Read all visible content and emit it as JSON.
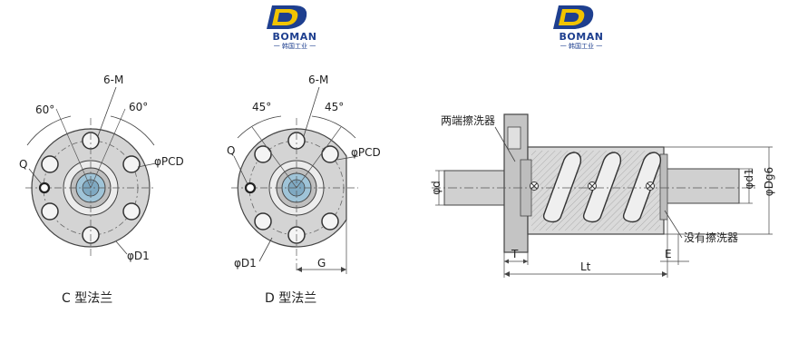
{
  "logo": {
    "name": "BOMAN",
    "subtitle": "一 韩国工业 一"
  },
  "c_flange": {
    "caption": "C 型法兰",
    "angle_left": "60°",
    "angle_right": "60°",
    "holes_label": "6-M",
    "q_label": "Q",
    "pcd_label": "φPCD",
    "d1_label": "φD1"
  },
  "d_flange": {
    "caption": "D 型法兰",
    "angle_left": "45°",
    "angle_right": "45°",
    "holes_label": "6-M",
    "q_label": "Q",
    "pcd_label": "φPCD",
    "d1_label": "φD1",
    "g_label": "G"
  },
  "side_view": {
    "wiper_both_ends": "两端擦洗器",
    "no_wiper": "没有擦洗器",
    "d_label": "φd",
    "d1_label": "φd1",
    "dg6_label": "φDg6",
    "t_label": "T",
    "lt_label": "Lt",
    "e_label": "E"
  }
}
